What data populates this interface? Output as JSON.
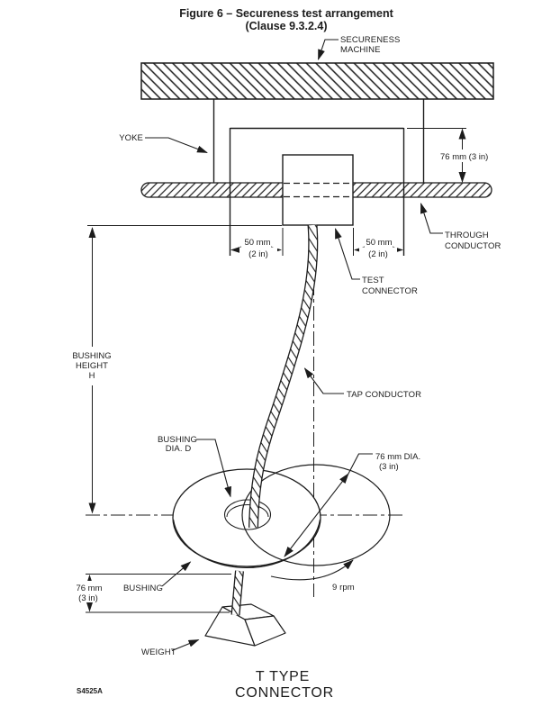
{
  "figure": {
    "title": "Figure 6 – Secureness test arrangement",
    "subtitle": "(Clause 9.3.2.4)",
    "drawing_number": "S4525A",
    "caption": [
      "T TYPE",
      "CONNECTOR"
    ]
  },
  "labels": {
    "secureness_machine": [
      "SECURENESS",
      "MACHINE"
    ],
    "yoke": "YOKE",
    "through_conductor": [
      "THROUGH",
      "CONDUCTOR"
    ],
    "test_connector": [
      "TEST",
      "CONNECTOR"
    ],
    "tap_conductor": "TAP CONDUCTOR",
    "bushing_dia": [
      "BUSHING",
      "DIA. D"
    ],
    "bushing": "BUSHING",
    "weight": "WEIGHT",
    "rotation_speed": "9 rpm"
  },
  "dimensions": {
    "yoke_to_conductor": "76 mm (3 in)",
    "left_overhang": [
      "50 mm",
      "(2 in)"
    ],
    "right_overhang": [
      "50 mm",
      "(2 in)"
    ],
    "rotation_diameter": [
      "76 mm DIA.",
      "(3 in)"
    ],
    "bushing_height": [
      "BUSHING",
      "HEIGHT",
      "H"
    ],
    "bushing_to_weight": [
      "76 mm",
      "(3 in)"
    ]
  },
  "colors": {
    "line": "#1c1c1c",
    "background": "#ffffff"
  }
}
